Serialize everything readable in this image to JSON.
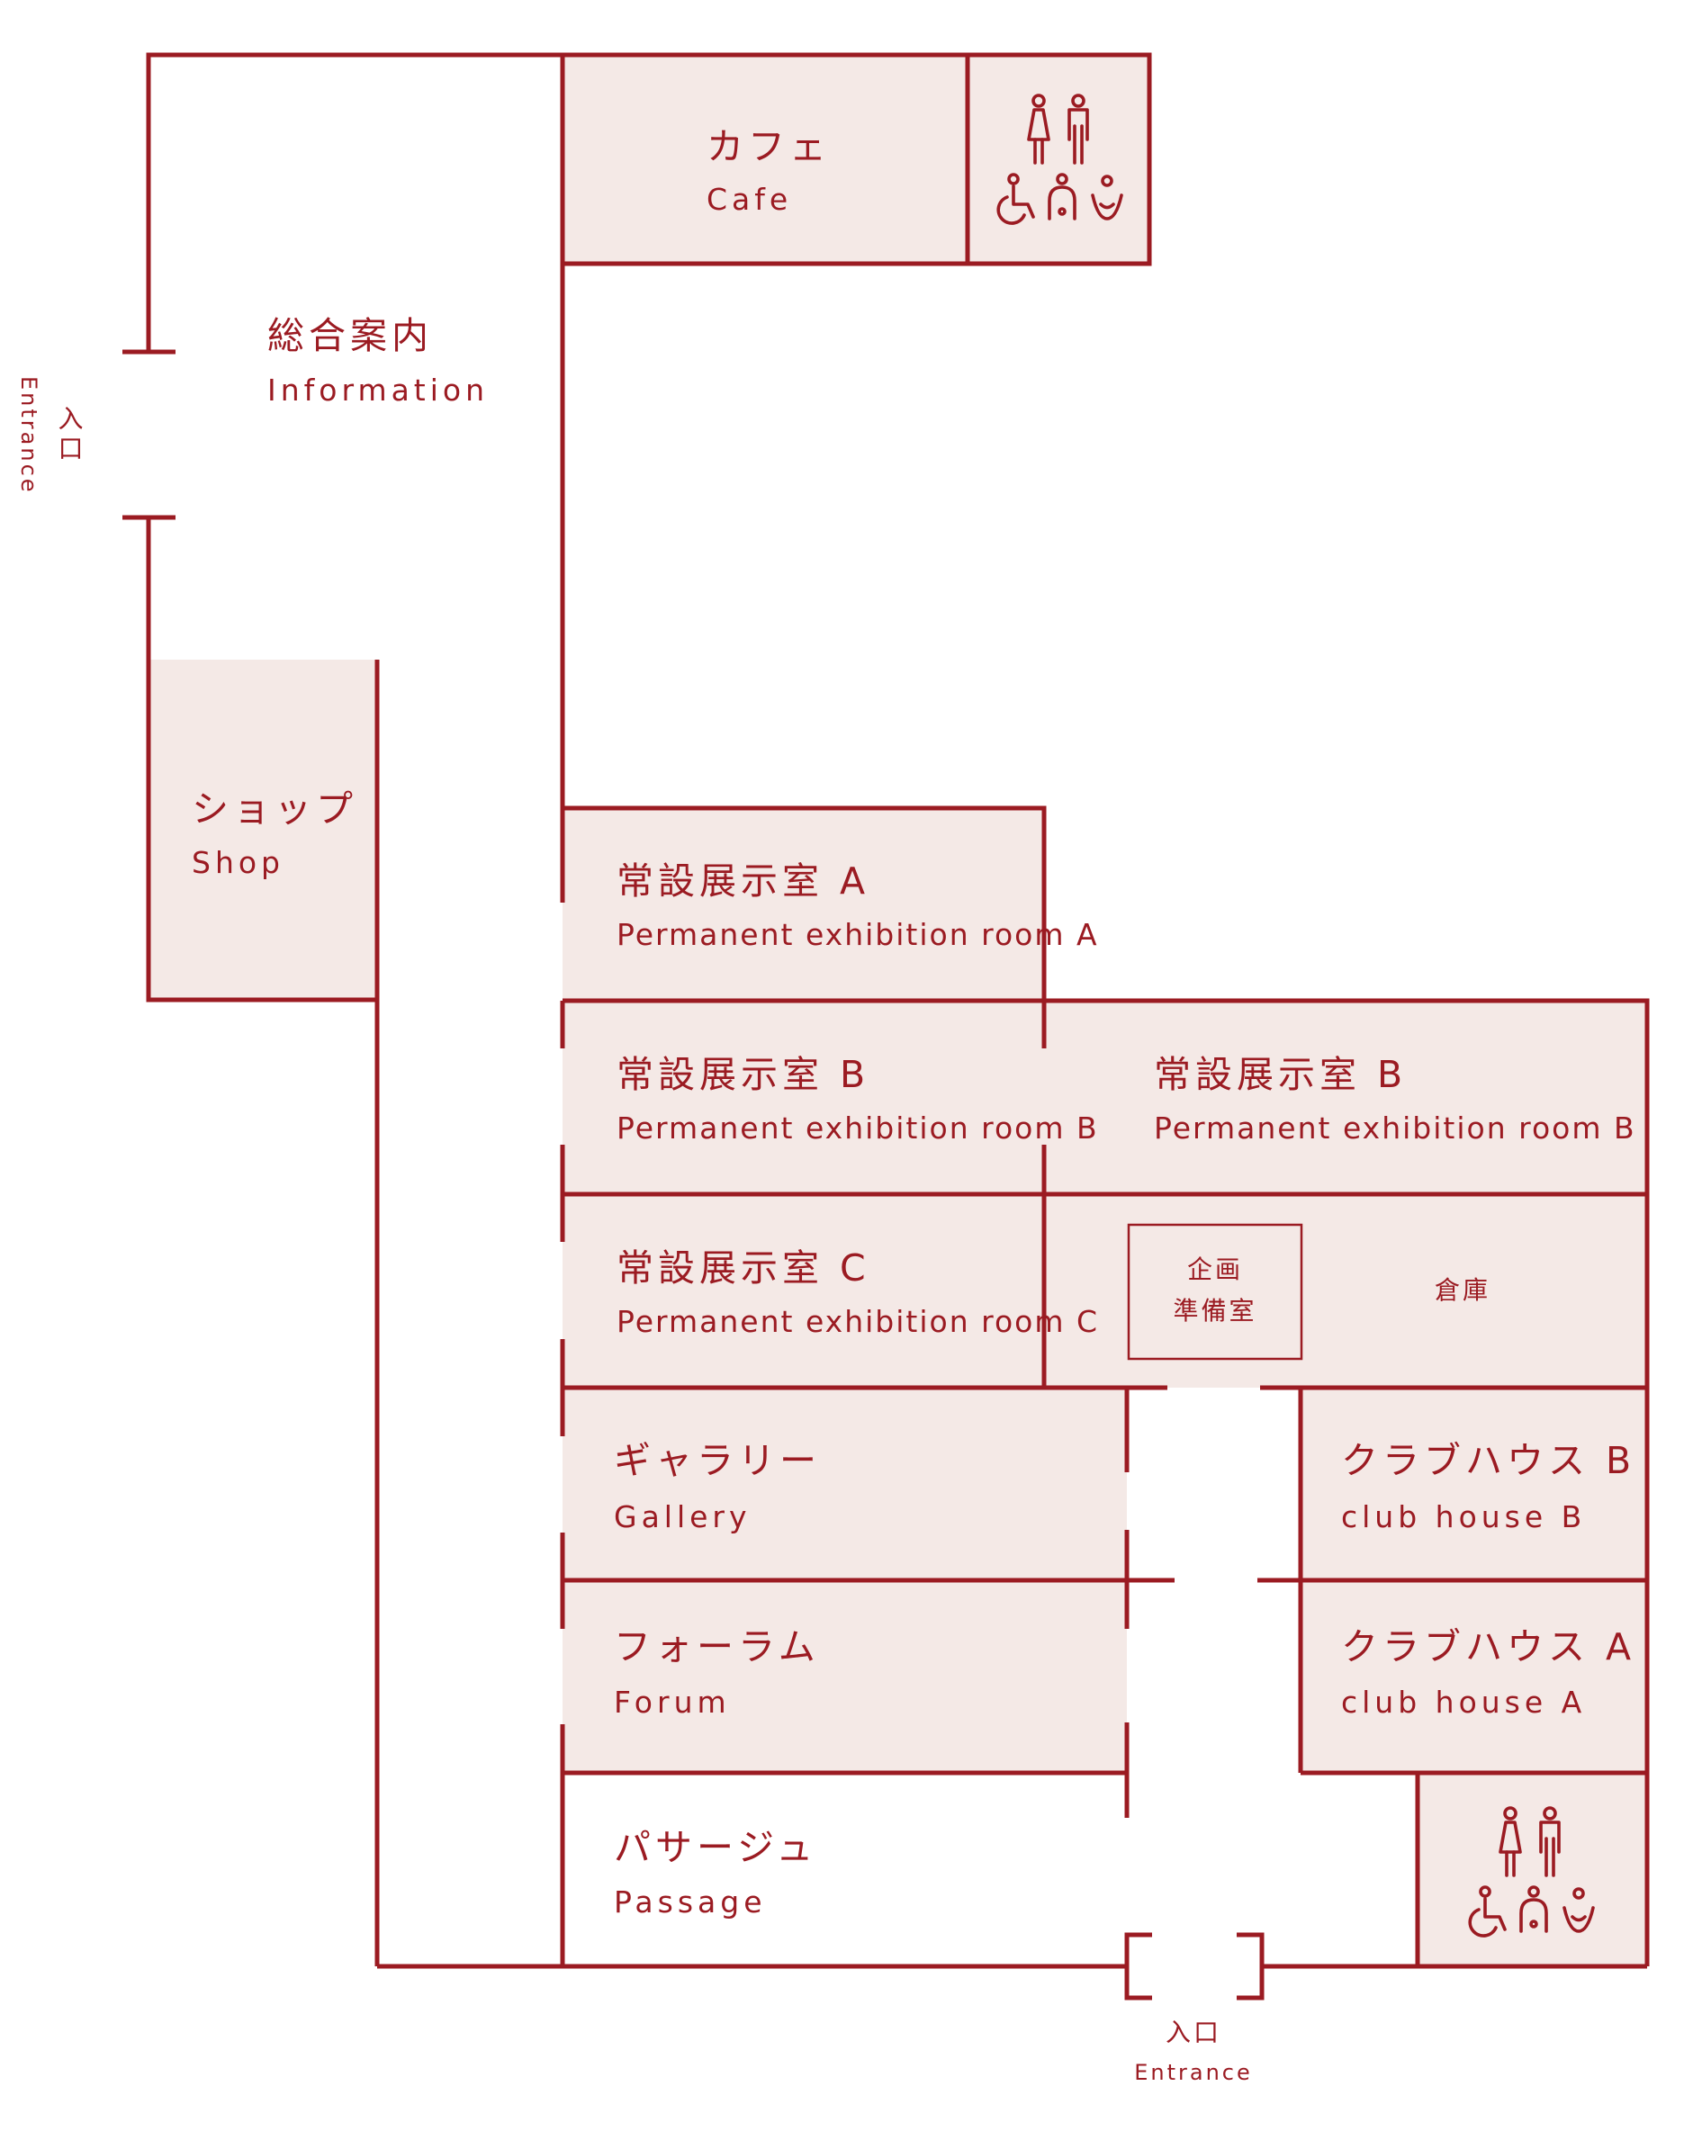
{
  "colors": {
    "wall": "#9b1b22",
    "room_fill": "#f4e9e6",
    "background": "#ffffff"
  },
  "rooms": {
    "cafe": {
      "jp": "カフェ",
      "en": "Cafe"
    },
    "information": {
      "jp": "総合案内",
      "en": "Information"
    },
    "shop": {
      "jp": "ショップ",
      "en": "Shop"
    },
    "perm_a": {
      "jp": "常設展示室 A",
      "en": "Permanent exhibition room A"
    },
    "perm_b_left": {
      "jp": "常設展示室 B",
      "en": "Permanent exhibition room B"
    },
    "perm_b_right": {
      "jp": "常設展示室 B",
      "en": "Permanent exhibition room B"
    },
    "perm_c": {
      "jp": "常設展示室 C",
      "en": "Permanent exhibition room C"
    },
    "planning_prep": {
      "line1": "企画",
      "line2": "準備室"
    },
    "storage": {
      "jp": "倉庫"
    },
    "gallery": {
      "jp": "ギャラリー",
      "en": "Gallery"
    },
    "forum": {
      "jp": "フォーラム",
      "en": "Forum"
    },
    "clubhouse_b": {
      "jp": "クラブハウス B",
      "en": "club house B"
    },
    "clubhouse_a": {
      "jp": "クラブハウス A",
      "en": "club house A"
    },
    "passage": {
      "jp": "パサージュ",
      "en": "Passage"
    }
  },
  "entrances": {
    "west": {
      "jp": "入口",
      "en": "Entrance"
    },
    "south": {
      "jp": "入口",
      "en": "Entrance"
    }
  },
  "facilities": [
    {
      "id": "restroom-north",
      "icons": [
        "womens-restroom-icon",
        "mens-restroom-icon",
        "wheelchair-accessible-icon",
        "baby-changing-icon",
        "ostomate-icon"
      ]
    },
    {
      "id": "restroom-south",
      "icons": [
        "womens-restroom-icon",
        "mens-restroom-icon",
        "wheelchair-accessible-icon",
        "baby-changing-icon",
        "ostomate-icon"
      ]
    }
  ]
}
